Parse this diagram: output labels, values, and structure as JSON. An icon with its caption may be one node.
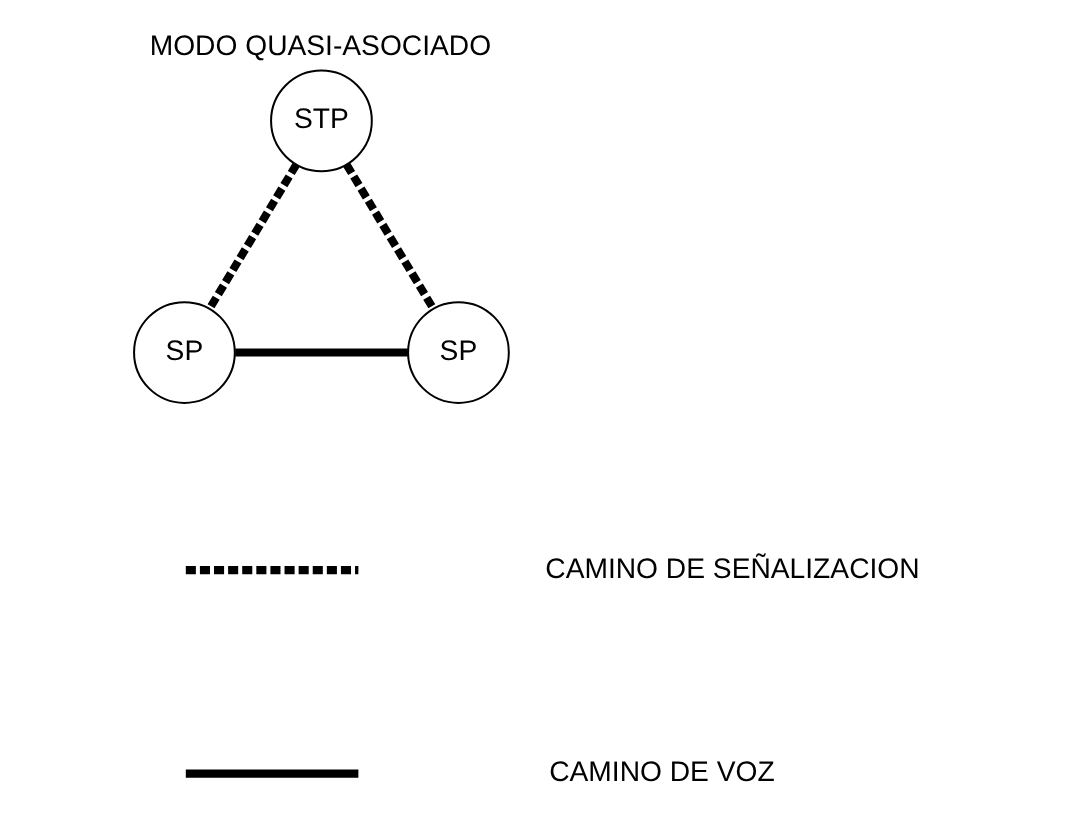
{
  "diagram": {
    "title": "MODO QUASI-ASOCIADO",
    "nodes": [
      {
        "text": [
          "STP"
        ]
      },
      {
        "text": [
          "SP"
        ]
      },
      {
        "text": [
          "SP"
        ]
      }
    ],
    "edges": [
      {
        "from": 0,
        "to": 1,
        "arrow": "none",
        "style": "dashed"
      },
      {
        "from": 0,
        "to": 2,
        "arrow": "none",
        "style": "dashed"
      },
      {
        "from": 1,
        "to": 2,
        "arrow": "none"
      }
    ],
    "legend": [
      {
        "text": "CAMINO DE SEÑALIZACION"
      },
      {
        "text": "CAMINO DE VOZ"
      }
    ]
  }
}
